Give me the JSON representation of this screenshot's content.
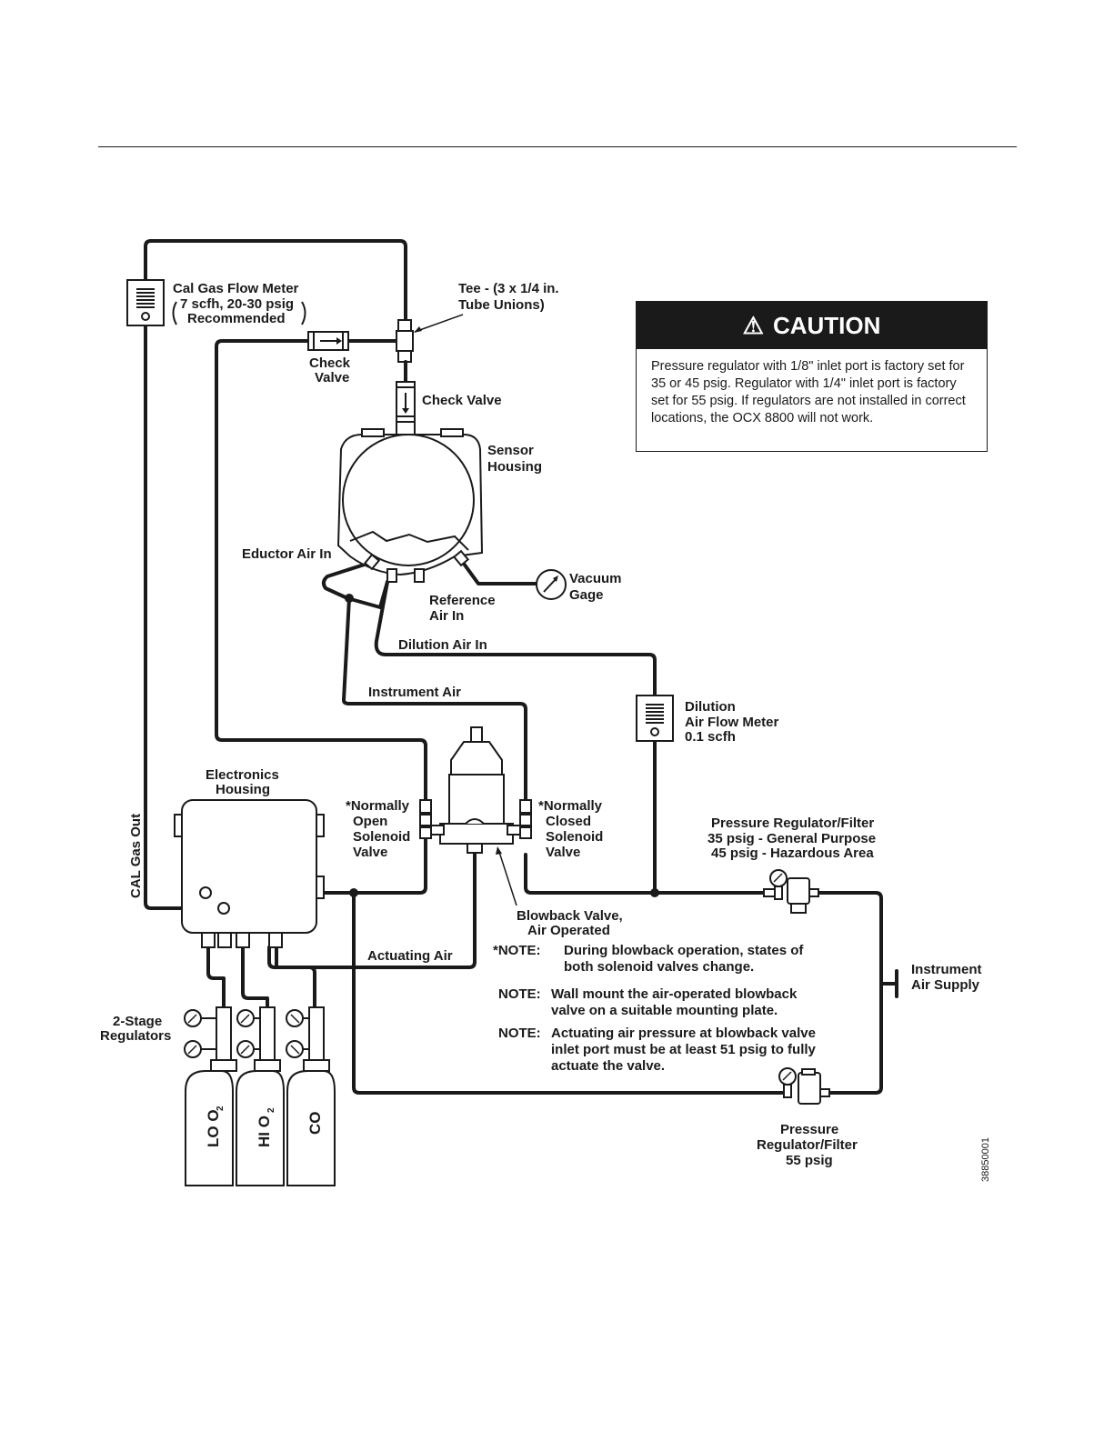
{
  "caution": {
    "heading": "CAUTION",
    "text": "Pressure regulator with 1/8\" inlet port is factory set for 35 or 45 psig. Regulator with 1/4\" inlet port is factory set for 55 psig. If regulators are not installed in correct locations, the OCX 8800 will not work."
  },
  "labels": {
    "cal_gas_flow_meter": "Cal Gas Flow Meter",
    "cal_gas_flow_meter_spec": "7 scfh, 20-30 psig",
    "cal_gas_flow_meter_rec": "Recommended",
    "tee_1": "Tee - (3 x 1/4 in.",
    "tee_2": "Tube Unions)",
    "check_valve_1a": "Check",
    "check_valve_1b": "Valve",
    "check_valve_2": "Check Valve",
    "sensor_housing_1": "Sensor",
    "sensor_housing_2": "Housing",
    "eductor_air_in": "Eductor Air In",
    "vacuum_gage_1": "Vacuum",
    "vacuum_gage_2": "Gage",
    "reference_air_1": "Reference",
    "reference_air_2": "Air In",
    "dilution_air_in": "Dilution Air In",
    "instrument_air": "Instrument Air",
    "dilution_meter_1": "Dilution",
    "dilution_meter_2": "Air Flow Meter",
    "dilution_meter_3": "0.1  scfh",
    "electronics_1": "Electronics",
    "electronics_2": "Housing",
    "no_solenoid_1": "*Normally",
    "no_solenoid_2": "Open",
    "no_solenoid_3": "Solenoid",
    "no_solenoid_4": "Valve",
    "nc_solenoid_1": "*Normally",
    "nc_solenoid_2": "Closed",
    "nc_solenoid_3": "Solenoid",
    "nc_solenoid_4": "Valve",
    "regulator_35_1": "Pressure Regulator/Filter",
    "regulator_35_2": "35 psig - General Purpose",
    "regulator_35_3": "45 psig - Hazardous Area",
    "cal_gas_out": "CAL Gas Out",
    "blowback_1": "Blowback Valve,",
    "blowback_2": "Air Operated",
    "actuating_air": "Actuating Air",
    "instrument_supply_1": "Instrument",
    "instrument_supply_2": "Air Supply",
    "two_stage_1": "2-Stage",
    "two_stage_2": "Regulators",
    "cyl_lo": "LO O",
    "cyl_hi": "HI O",
    "cyl_sub": "2",
    "cyl_co": "CO",
    "regulator_55_1": "Pressure",
    "regulator_55_2": "Regulator/Filter",
    "regulator_55_3": "55 psig",
    "figure_id": "38850001"
  },
  "notes": [
    {
      "tag": "*NOTE:",
      "line1": "During blowback operation, states of",
      "line2": "both solenoid valves change.",
      "line3": ""
    },
    {
      "tag": "NOTE:",
      "line1": "Wall mount the air-operated blowback",
      "line2": "valve on a suitable mounting plate.",
      "line3": ""
    },
    {
      "tag": "NOTE:",
      "line1": "Actuating air pressure at blowback valve",
      "line2": "inlet port must be at least 51 psig to fully",
      "line3": "actuate the valve."
    }
  ]
}
